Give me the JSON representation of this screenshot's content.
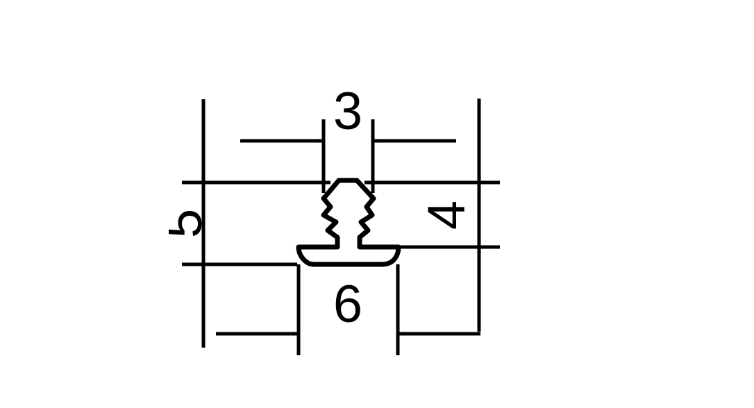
{
  "drawing": {
    "dimensions": {
      "top_width": "3",
      "total_height": "5",
      "stem_height": "4",
      "base_width": "6"
    },
    "colors": {
      "line": "#000000",
      "background": "#ffffff"
    }
  }
}
